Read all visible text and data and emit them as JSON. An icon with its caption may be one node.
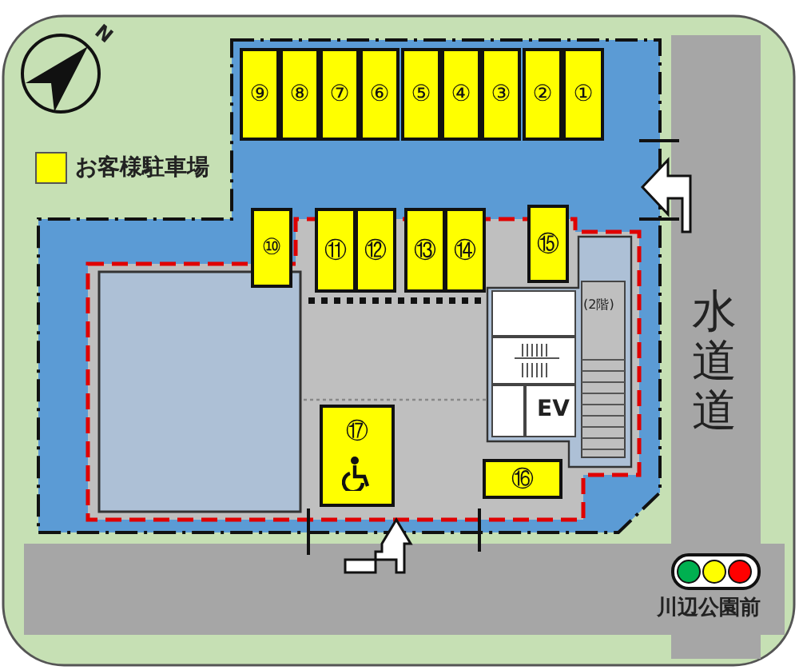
{
  "diagram": {
    "nodes": [
      {
        "text": [
          "⑨"
        ]
      },
      {
        "text": [
          "⑧"
        ]
      },
      {
        "text": [
          "⑦"
        ]
      },
      {
        "text": [
          "⑥"
        ]
      },
      {
        "text": [
          "⑤"
        ]
      },
      {
        "text": [
          "④"
        ]
      },
      {
        "text": [
          "③"
        ]
      },
      {
        "text": [
          "②"
        ]
      },
      {
        "text": [
          "①"
        ]
      },
      {
        "text": [
          "⑩"
        ]
      },
      {
        "text": [
          "⑪"
        ]
      },
      {
        "text": [
          "⑫"
        ]
      },
      {
        "text": [
          "⑬"
        ]
      },
      {
        "text": [
          "⑭"
        ]
      },
      {
        "text": [
          "⑮"
        ]
      },
      {
        "text": [
          "⑰"
        ]
      },
      {
        "text": [
          "⑯"
        ]
      }
    ],
    "labels": [
      "N",
      "(2階)",
      "EV",
      "水道道",
      "川辺公園前"
    ],
    "legend": [
      {
        "text": "お客様駐車場",
        "color": "#ffff00"
      }
    ]
  }
}
